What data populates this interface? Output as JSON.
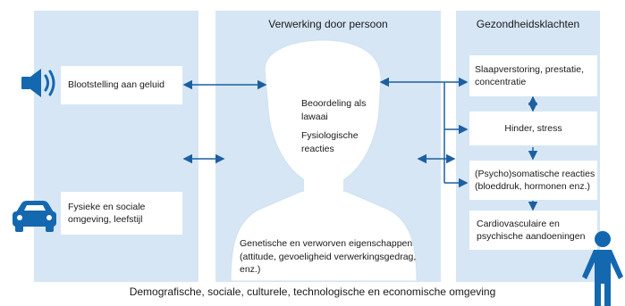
{
  "columns": {
    "middle_header": "Verwerking door persoon",
    "right_header": "Gezondheidsklachten"
  },
  "left": {
    "exposure": "Blootstelling aan geluid",
    "environment": "Fysieke en sociale omgeving, leefstijl"
  },
  "middle": {
    "assessment": "Beoordeling als lawaai",
    "physiological": "Fysiologische reacties",
    "traits": "Genetische en verworven eigenschappen (attitude, gevoeligheid verwerkingsgedrag, enz.)"
  },
  "right": {
    "sleep": "Slaapverstoring, prestatie, concentratie",
    "annoyance": "Hinder, stress",
    "psychosomatic": "(Psycho)somatische reacties (bloeddruk, hormonen enz.)",
    "cardio": "Cardiovasculaire en psychische aandoeningen"
  },
  "footer": "Demografische, sociale, culturele, technologische en economische omgeving",
  "icons": [
    "speaker-icon",
    "car-icon",
    "person-silhouette",
    "standing-person-icon"
  ],
  "colors": {
    "panel": "#d6e6f5",
    "arrow": "#1d5fa0",
    "icon": "#1468b0"
  }
}
